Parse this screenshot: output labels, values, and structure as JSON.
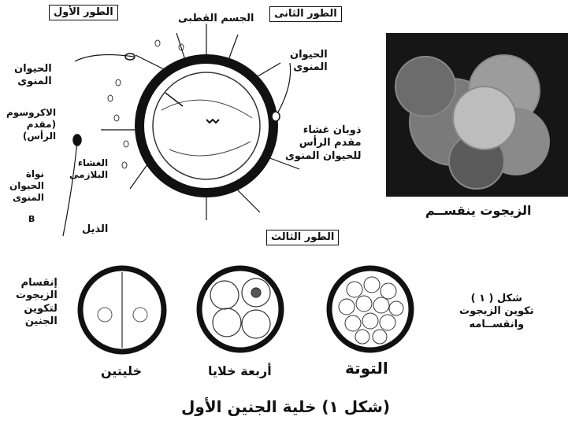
{
  "stage1": "الطور الأول",
  "polar_body": "الجسم القطبى",
  "stage2": "الطور الثانى",
  "sperm_left": "الحيوان\nالمنوى",
  "sperm_right": "الحيوان\nالمنوى",
  "acrosome": "الاكروسوم\n(مقدم\nالرأس)",
  "plasma_membrane": "الغشاء\nالبلازمى",
  "sperm_nucleus": "نواة\nالحيوان\nالمنوى",
  "letter_b": "B",
  "tail": "الذيل",
  "head_membrane": "ذوبان غشاء\nمقدم الرأس\nللحيوان المنوى",
  "zygote_dividing": "الزيجوت ينقســم",
  "stage3": "الطور الثالث",
  "zygote_division_side": "إنقسام\nالزيجوت\nلتكوين\nالجنين",
  "figure_label": "شكل ( ١ )\nتكوين الزيجوت\nوانقســامه",
  "two_cells": "خليتين",
  "four_cells": "أربعة خلايا",
  "morula": "التوتة",
  "main_caption": "(شكل ١) خلية الجنين الأول"
}
